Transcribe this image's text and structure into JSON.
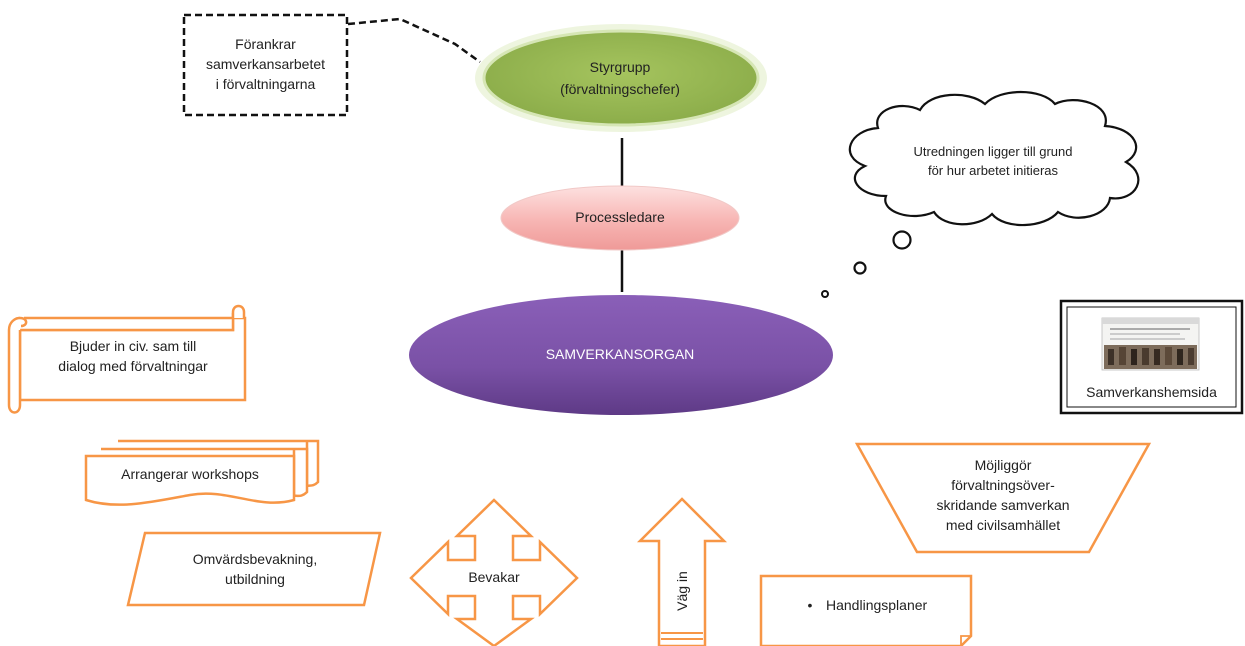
{
  "styrgrupp": {
    "line1": "Styrgrupp",
    "line2": "(förvaltningschefer)"
  },
  "forankrar": {
    "line1": "Förankrar",
    "line2": "samverkansarbetet",
    "line3": "i förvaltningarna"
  },
  "processledare": {
    "label": "Processledare"
  },
  "samverkansorgan": {
    "label": "SAMVERKANSORGAN"
  },
  "cloud": {
    "line1": "Utredningen ligger till grund",
    "line2": "för hur arbetet initieras"
  },
  "hemsida": {
    "label": "Samverkanshemsida"
  },
  "bjuder": {
    "line1": "Bjuder in civ. sam till",
    "line2": "dialog med förvaltningar"
  },
  "workshops": {
    "label": "Arrangerar workshops"
  },
  "omvard": {
    "line1": "Omvärdsbevakning,",
    "line2": "utbildning"
  },
  "bevakar": {
    "label": "Bevakar"
  },
  "vag_in": {
    "label": "Väg in"
  },
  "mojliggor": {
    "line1": "Möjliggör",
    "line2": "förvaltningsöver-",
    "line3": "skridande samverkan",
    "line4": "med civilsamhället"
  },
  "handlingsplaner": {
    "bullet": "•",
    "label": "Handlingsplaner"
  },
  "colors": {
    "green": "#9bbb59",
    "pink": "#f4a9a8",
    "purple": "#7b52a6",
    "orange": "#f79646"
  }
}
